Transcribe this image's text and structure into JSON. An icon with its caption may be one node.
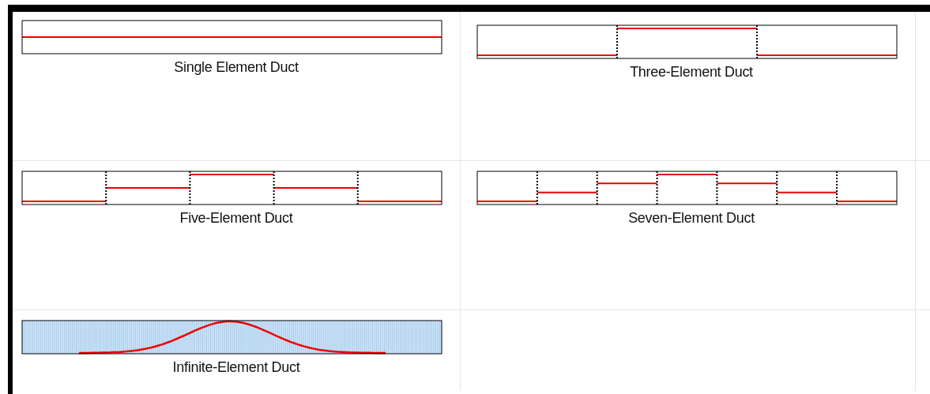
{
  "diagram": {
    "nodes": [
      {
        "text": [
          "Single Element Duct"
        ]
      },
      {
        "text": [
          "Three-Element Duct"
        ]
      },
      {
        "text": [
          "Five-Element Duct"
        ]
      },
      {
        "text": [
          "Seven-Element Duct"
        ]
      },
      {
        "text": [
          "Infinite-Element Duct"
        ]
      }
    ]
  }
}
